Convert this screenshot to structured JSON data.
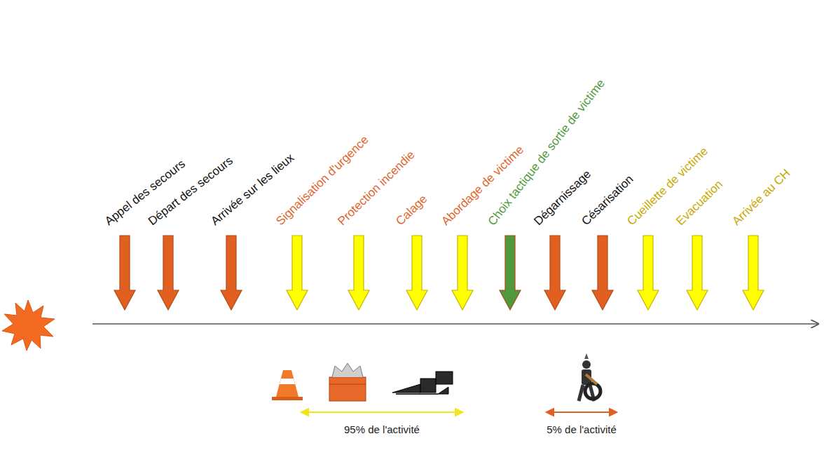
{
  "diagram": {
    "labels": [
      "Appel des secours",
      "Départ des secours",
      "Arrivée sur les lieux",
      "Signalisation d'urgence",
      "Protection incendie",
      "Calage",
      "Abordage de victime",
      "Choix tactique de sortie de victime",
      "Dégarnissage",
      "Césarisation",
      "Cueillette de victime",
      "Evacuation",
      "Arrivée au CH",
      "95% de l'activité",
      "5% de l'activité"
    ]
  }
}
